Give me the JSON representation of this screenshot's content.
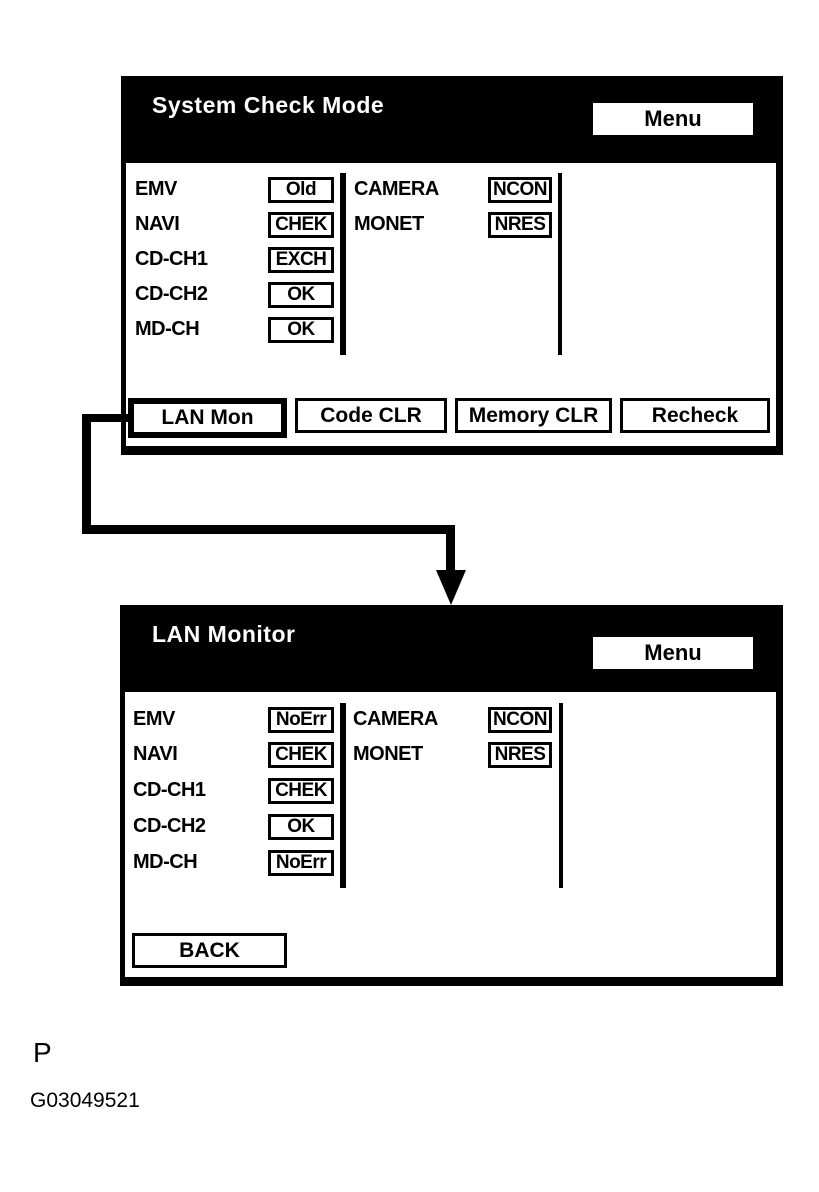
{
  "colors": {
    "background": "#ffffff",
    "titlebar": "#000000",
    "title_text": "#ffffff",
    "body_text": "#000000"
  },
  "screen1": {
    "title": "System Check Mode",
    "menu_label": "Menu",
    "left_items": [
      {
        "label": "EMV",
        "value": "Old"
      },
      {
        "label": "NAVI",
        "value": "CHEK"
      },
      {
        "label": "CD-CH1",
        "value": "EXCH"
      },
      {
        "label": "CD-CH2",
        "value": "OK"
      },
      {
        "label": "MD-CH",
        "value": "OK"
      }
    ],
    "right_items": [
      {
        "label": "CAMERA",
        "value": "NCON"
      },
      {
        "label": "MONET",
        "value": "NRES"
      }
    ],
    "buttons": [
      "LAN Mon",
      "Code CLR",
      "Memory CLR",
      "Recheck"
    ]
  },
  "screen2": {
    "title": "LAN Monitor",
    "menu_label": "Menu",
    "left_items": [
      {
        "label": "EMV",
        "value": "NoErr"
      },
      {
        "label": "NAVI",
        "value": "CHEK"
      },
      {
        "label": "CD-CH1",
        "value": "CHEK"
      },
      {
        "label": "CD-CH2",
        "value": "OK"
      },
      {
        "label": "MD-CH",
        "value": "NoErr"
      }
    ],
    "right_items": [
      {
        "label": "CAMERA",
        "value": "NCON"
      },
      {
        "label": "MONET",
        "value": "NRES"
      }
    ],
    "back_label": "BACK"
  },
  "footer": {
    "letter": "P",
    "figure_code": "G03049521"
  }
}
